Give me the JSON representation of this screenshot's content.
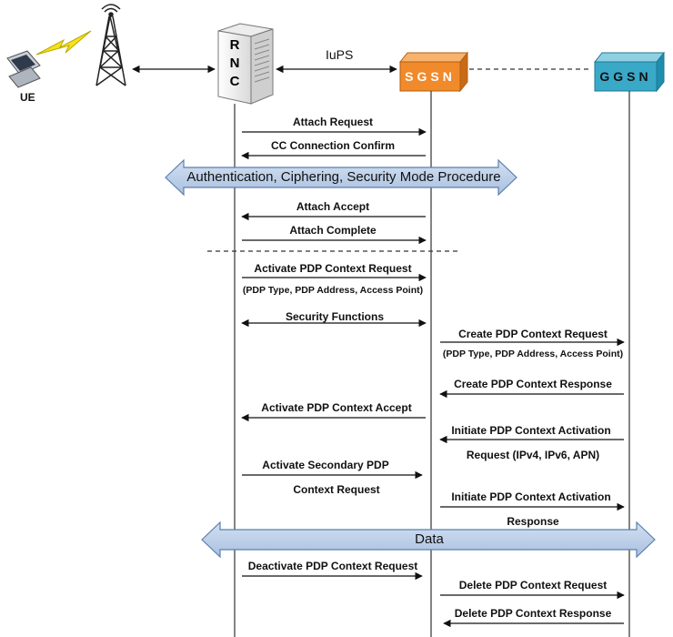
{
  "nodes": {
    "ue": "UE",
    "rnc": "RNC",
    "sgsn": "SGSN",
    "ggsn": "GGSN",
    "iups": "IuPS"
  },
  "banners": {
    "auth": "Authentication, Ciphering, Security Mode Procedure",
    "data": "Data"
  },
  "messages": {
    "m1": "Attach Request",
    "m2": "CC Connection Confirm",
    "m3": "Attach Accept",
    "m4": "Attach Complete",
    "m5": "Activate PDP Context Request",
    "m5b": "(PDP Type, PDP Address, Access Point)",
    "m6": "Security Functions",
    "m7": "Create PDP Context Request",
    "m7b": "(PDP Type, PDP Address, Access Point)",
    "m8": "Create PDP Context Response",
    "m9": "Activate PDP Context Accept",
    "m10a": "Initiate PDP Context Activation",
    "m10b": "Request (IPv4, IPv6, APN)",
    "m11a": "Activate Secondary PDP",
    "m11b": "Context Request",
    "m12a": "Initiate PDP Context Activation",
    "m12b": "Response",
    "m13": "Deactivate PDP Context Request",
    "m14": "Delete PDP Context Request",
    "m15": "Delete PDP Context Response"
  },
  "colors": {
    "sgsn": "#F08A2A",
    "ggsn": "#3AA9C8",
    "banner": "#B7CBE6",
    "banner_stroke": "#5B7FAE"
  }
}
